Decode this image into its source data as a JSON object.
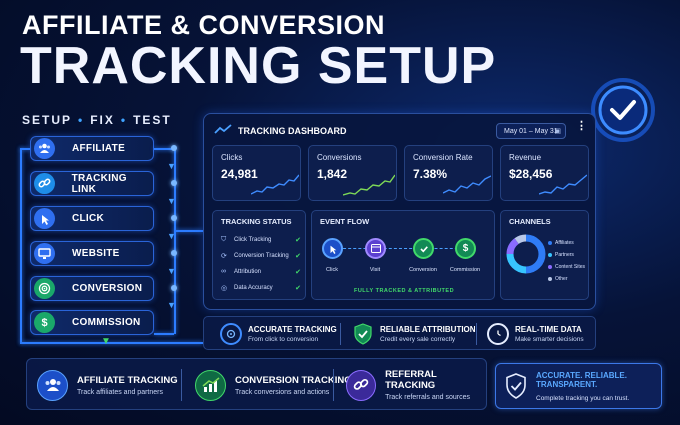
{
  "header": {
    "title_line1": "AFFILIATE & CONVERSION",
    "title_line2": "TRACKING SETUP",
    "tags": [
      "SETUP",
      "FIX",
      "TEST"
    ]
  },
  "funnel": [
    {
      "label": "AFFILIATE",
      "icon": "users-icon",
      "color": "#2f6ff0"
    },
    {
      "label": "TRACKING LINK",
      "icon": "link-icon",
      "color": "#1e8de8"
    },
    {
      "label": "CLICK",
      "icon": "cursor-click-icon",
      "color": "#2f6ff0"
    },
    {
      "label": "WEBSITE",
      "icon": "monitor-icon",
      "color": "#2f6ff0"
    },
    {
      "label": "CONVERSION",
      "icon": "target-icon",
      "color": "#1aa86a"
    },
    {
      "label": "COMMISSION",
      "icon": "dollar-icon",
      "color": "#1aa86a"
    }
  ],
  "dashboard": {
    "title": "TRACKING DASHBOARD",
    "date_range": "May 01 – May 31",
    "kpis": [
      {
        "label": "Clicks",
        "value": "24,981",
        "color": "#3f8cff"
      },
      {
        "label": "Conversions",
        "value": "1,842",
        "color": "#7ed957"
      },
      {
        "label": "Conversion Rate",
        "value": "7.38%",
        "color": "#3f8cff"
      },
      {
        "label": "Revenue",
        "value": "$28,456",
        "color": "#3f8cff"
      }
    ],
    "status": {
      "title": "TRACKING STATUS",
      "items": [
        "Click Tracking",
        "Conversion Tracking",
        "Attribution",
        "Data Accuracy"
      ]
    },
    "event_flow": {
      "title": "EVENT FLOW",
      "steps": [
        "Click",
        "Visit",
        "Conversion",
        "Commission"
      ],
      "footer": "FULLY TRACKED & ATTRIBUTED"
    },
    "channels": {
      "title": "CHANNELS",
      "items": [
        {
          "label": "Affiliates",
          "value": 50,
          "color": "#2f7cf6"
        },
        {
          "label": "Partners",
          "value": 25,
          "color": "#37c5ff"
        },
        {
          "label": "Content Sites",
          "value": 15,
          "color": "#8a6cff"
        },
        {
          "label": "Other",
          "value": 10,
          "color": "#b9c8e8"
        }
      ]
    }
  },
  "features": [
    {
      "title": "ACCURATE TRACKING",
      "sub": "From click to conversion",
      "icon": "crosshair-icon"
    },
    {
      "title": "RELIABLE ATTRIBUTION",
      "sub": "Credit every sale correctly",
      "icon": "shield-check-icon"
    },
    {
      "title": "REAL-TIME DATA",
      "sub": "Make smarter decisions",
      "icon": "clock-icon"
    }
  ],
  "bottom": [
    {
      "title": "AFFILIATE TRACKING",
      "sub": "Track affiliates and partners",
      "icon": "users-icon"
    },
    {
      "title": "CONVERSION TRACKING",
      "sub": "Track conversions and actions",
      "icon": "chart-growth-icon"
    },
    {
      "title": "REFERRAL TRACKING",
      "sub": "Track referrals and sources",
      "icon": "link-icon"
    }
  ],
  "trust": {
    "title_line1": "ACCURATE. RELIABLE.",
    "title_line2": "TRANSPARENT.",
    "sub": "Complete tracking you can trust."
  }
}
